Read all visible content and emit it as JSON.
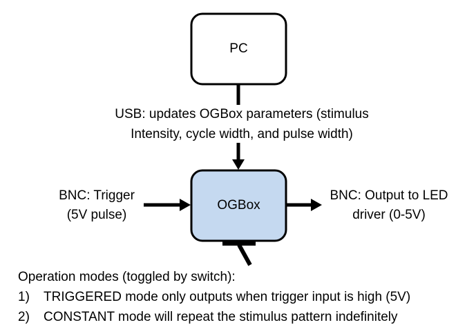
{
  "nodes": {
    "pc": {
      "label": "PC"
    },
    "ogbox": {
      "label": "OGBox"
    }
  },
  "usb": {
    "line1": "USB: updates OGBox parameters (stimulus",
    "line2": "Intensity, cycle width, and pulse width)"
  },
  "trigger": {
    "line1": "BNC: Trigger",
    "line2": "(5V pulse)"
  },
  "output": {
    "line1": "BNC: Output to LED",
    "line2": "driver (0-5V)"
  },
  "modes": {
    "heading": "Operation modes (toggled by switch):",
    "items": [
      {
        "num": "1)",
        "text": "TRIGGERED mode only outputs when trigger input is high (5V)"
      },
      {
        "num": "2)",
        "text": "CONSTANT mode will repeat the stimulus pattern indefinitely"
      }
    ]
  },
  "colors": {
    "ogbox_fill": "#c5d9f0",
    "pc_fill": "#ffffff",
    "stroke": "#000000"
  }
}
